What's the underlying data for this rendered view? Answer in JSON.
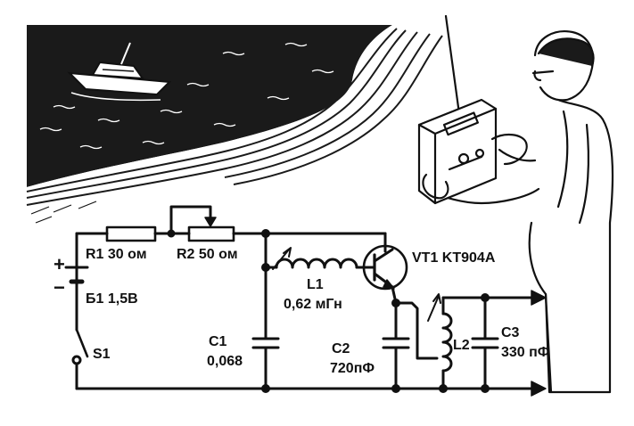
{
  "illustration": {
    "scene_icon": "boat-on-lake-icon",
    "operator_icon": "boy-with-radio-transmitter-icon",
    "ink_color": "#111111",
    "paper_color": "#ffffff"
  },
  "schematic": {
    "battery_plus": "+",
    "battery_minus": "−",
    "r1": "R1 30 ом",
    "r2": "R2 50 ом",
    "battery": "Б1 1,5В",
    "switch": "S1",
    "transistor": "VT1 KT904A",
    "l1_name": "L1",
    "l1_value": "0,62 мГн",
    "c1_name": "C1",
    "c1_value": "0,068",
    "c2_name": "C2",
    "c2_value": "720пФ",
    "l2_name": "L2",
    "c3_name": "C3",
    "c3_value": "330 пФ"
  }
}
